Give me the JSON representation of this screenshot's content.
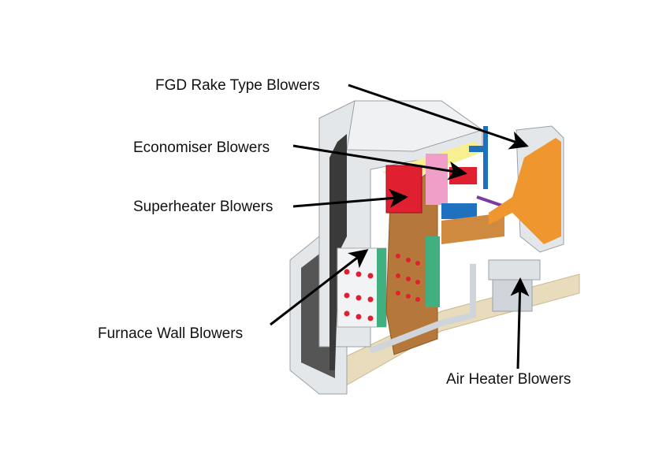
{
  "diagram": {
    "labels": {
      "fgd": "FGD Rake Type Blowers",
      "economiser": "Economiser Blowers",
      "superheater": "Superheater Blowers",
      "furnace_wall": "Furnace Wall Blowers",
      "air_heater": "Air Heater Blowers"
    },
    "colors": {
      "shell": "#e4e7ea",
      "furnace": "#b5783a",
      "superheater": "#e02030",
      "reheater": "#f0a0c8",
      "economiser": "#2070c0",
      "flue": "#f0962e",
      "burner_panel": "#40b080",
      "floor": "#e8dcbc",
      "arrow": "#000000"
    }
  }
}
